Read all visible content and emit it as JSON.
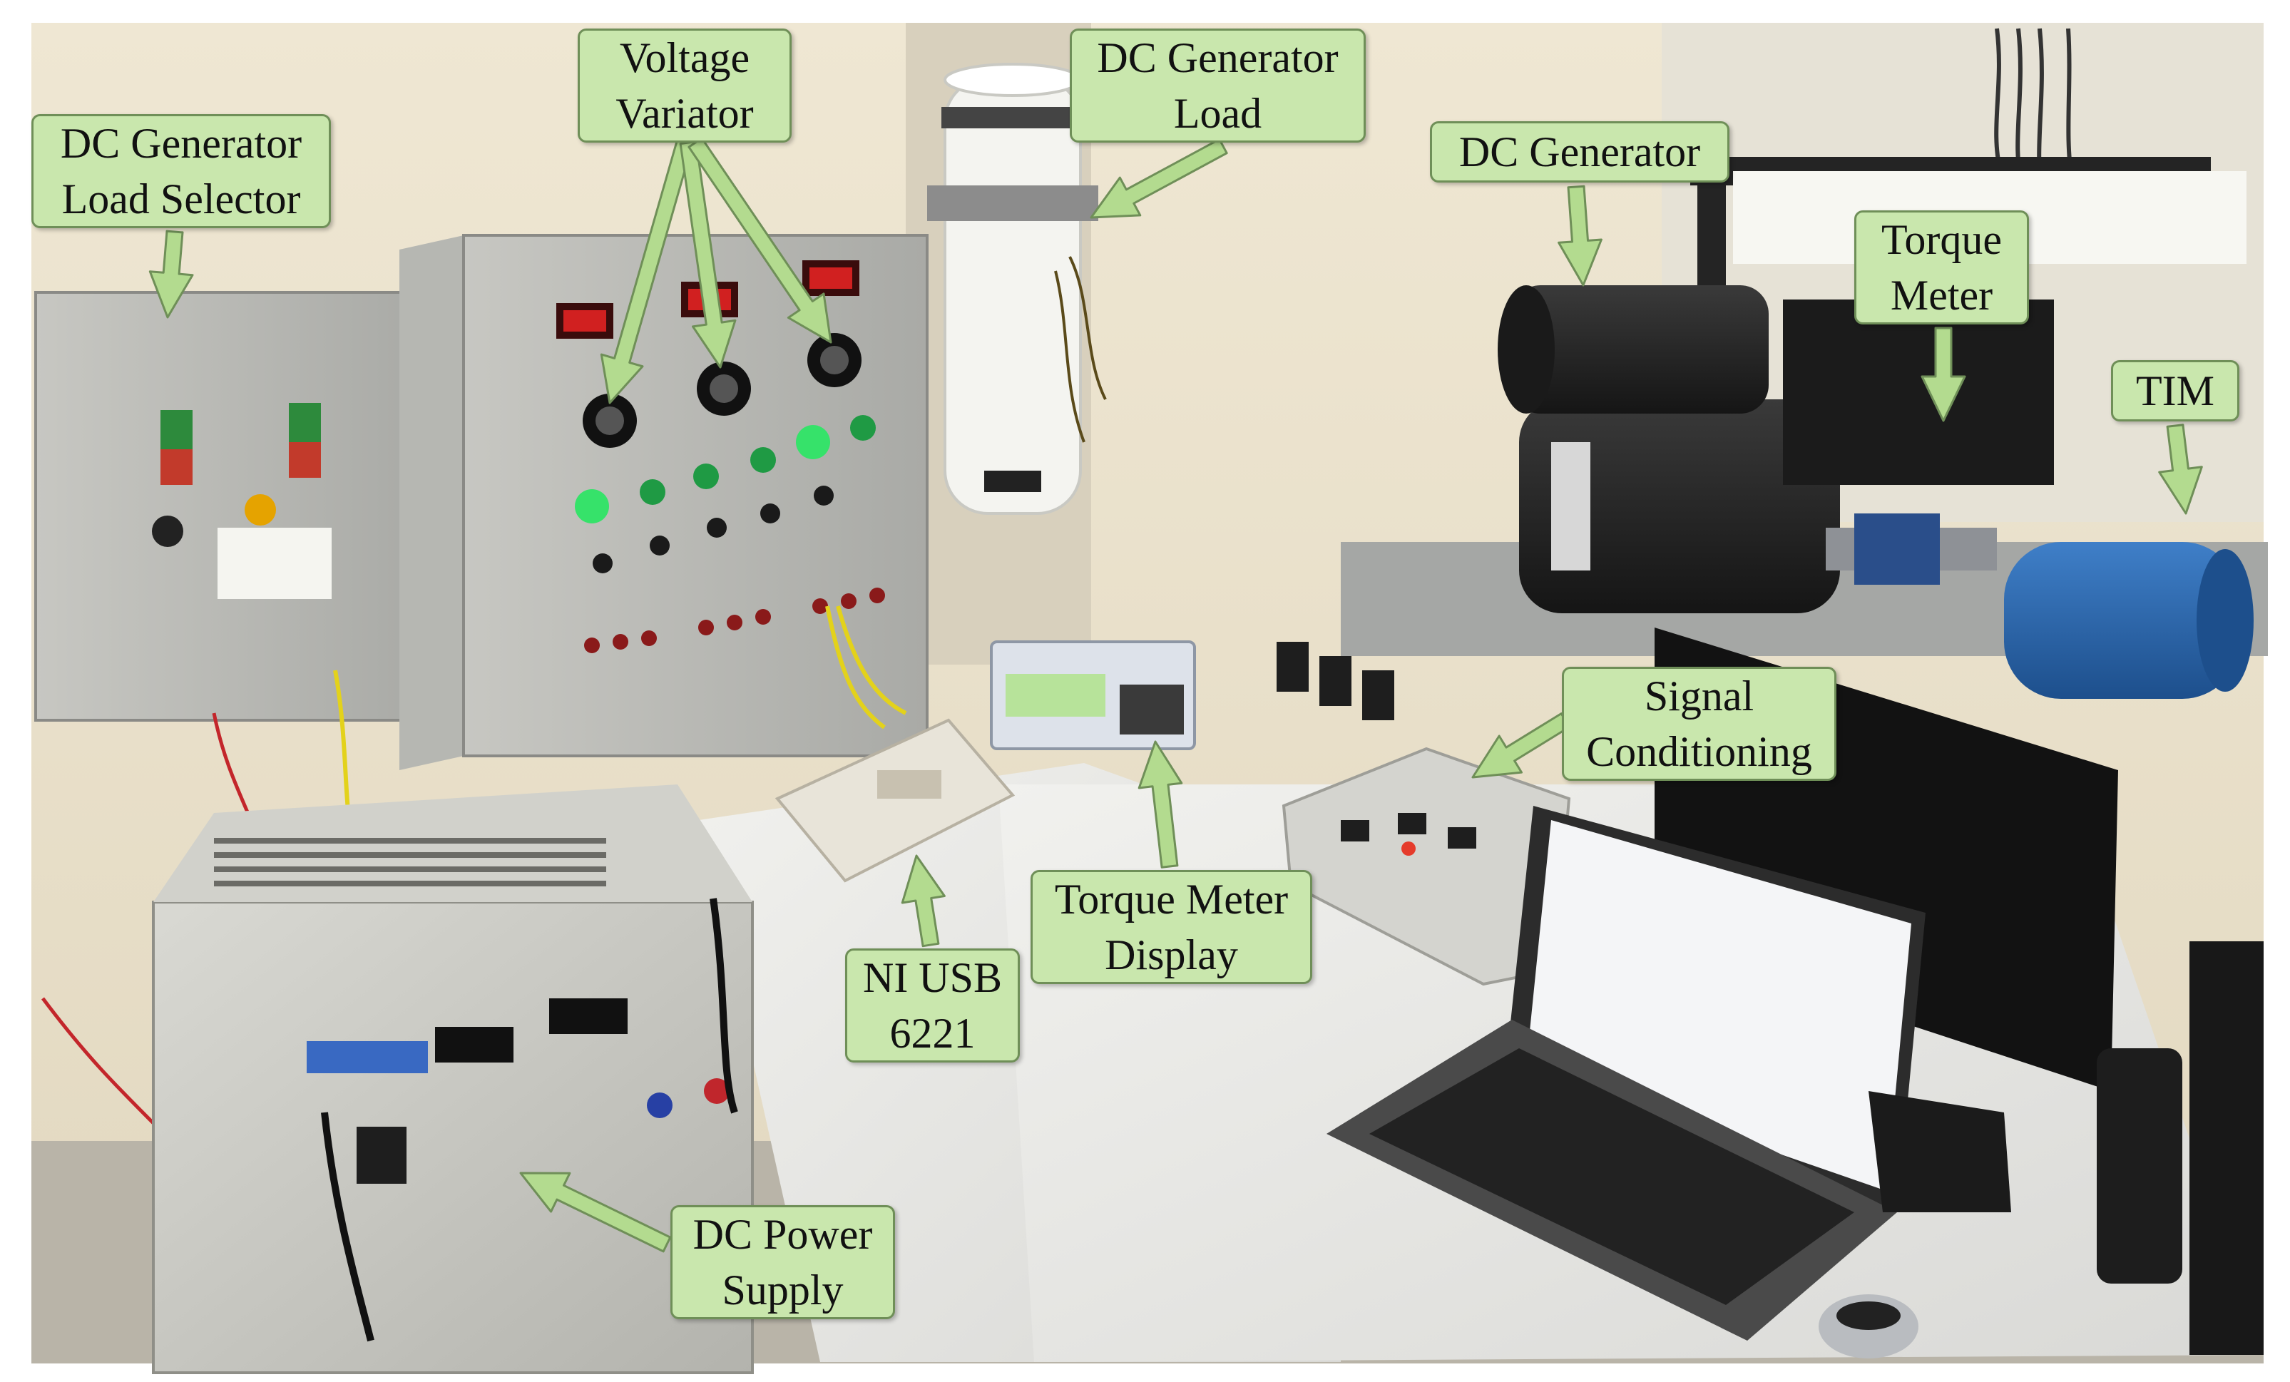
{
  "figure": {
    "labels": {
      "dc_generator_load_selector": {
        "line1": "DC Generator",
        "line2": "Load Selector"
      },
      "voltage_variator": {
        "line1": "Voltage",
        "line2": "Variator"
      },
      "dc_generator_load": {
        "line1": "DC Generator",
        "line2": "Load"
      },
      "dc_generator": {
        "line1": "DC Generator"
      },
      "torque_meter": {
        "line1": "Torque",
        "line2": "Meter"
      },
      "tim": {
        "line1": "TIM"
      },
      "signal_conditioning": {
        "line1": "Signal",
        "line2": "Conditioning"
      },
      "torque_meter_display": {
        "line1": "Torque Meter",
        "line2": "Display"
      },
      "ni_usb_6221": {
        "line1": "NI USB",
        "line2": "6221"
      },
      "dc_power_supply": {
        "line1": "DC Power",
        "line2": "Supply"
      }
    },
    "colors": {
      "label_fill": "#c9e7ad",
      "label_border": "#6f8f58",
      "arrow_fill": "#b3db8f",
      "arrow_stroke": "#6f8f58"
    }
  }
}
